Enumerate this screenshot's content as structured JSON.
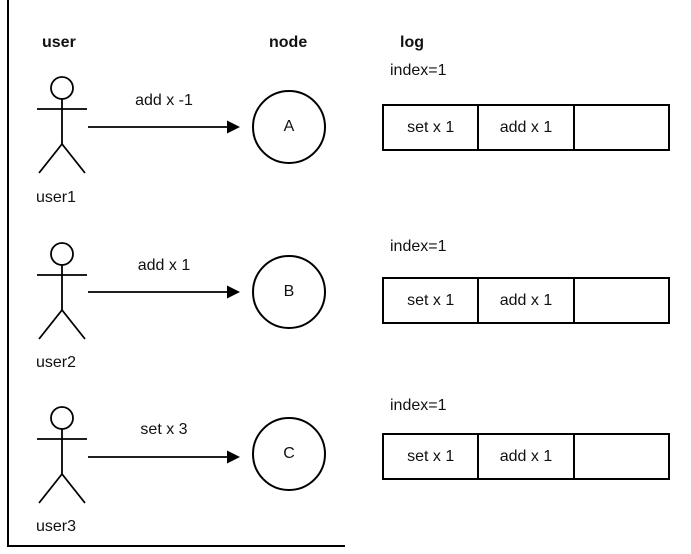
{
  "canvas": {
    "background": "#ffffff",
    "stroke_color": "#000000",
    "text_color": "#111111"
  },
  "headers": {
    "user": "user",
    "node": "node",
    "log": "log"
  },
  "rows": [
    {
      "user_label": "user1",
      "message": "add x -1",
      "node_label": "A",
      "log_index": "index=1",
      "log_cells": [
        "set x 1",
        "add x 1",
        ""
      ]
    },
    {
      "user_label": "user2",
      "message": "add x 1",
      "node_label": "B",
      "log_index": "index=1",
      "log_cells": [
        "set x 1",
        "add x 1",
        ""
      ]
    },
    {
      "user_label": "user3",
      "message": "set x 3",
      "node_label": "C",
      "log_index": "index=1",
      "log_cells": [
        "set x 1",
        "add x 1",
        ""
      ]
    }
  ]
}
